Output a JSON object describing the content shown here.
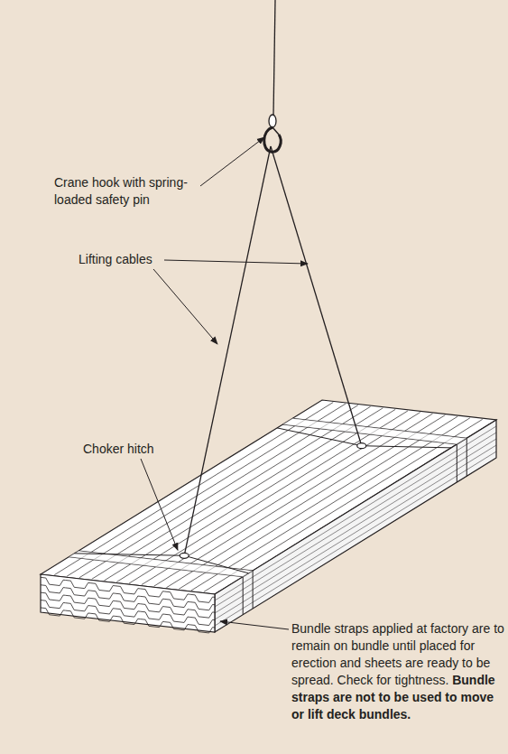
{
  "diagram": {
    "labels": [
      "Crane hook with spring-loaded safety pin",
      "Lifting cables",
      "Choker hitch",
      "Bundle straps applied at factory are to remain on bundle until placed for erection and sheets are ready to be spread. Check for tightness.",
      "Bundle straps are not to be used to move or lift deck bundles."
    ]
  }
}
